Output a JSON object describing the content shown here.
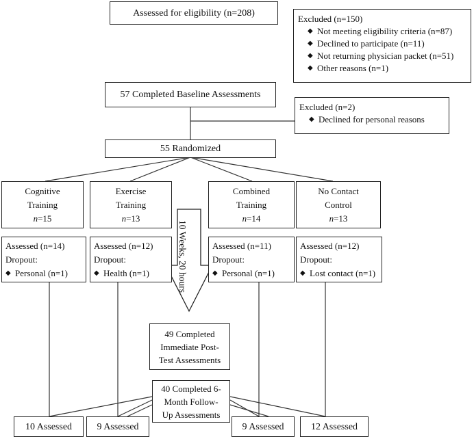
{
  "assessed": "Assessed for eligibility (n=208)",
  "excluded1": {
    "title": "Excluded (n=150)",
    "items": [
      "Not meeting eligibility criteria (n=87)",
      "Declined to participate (n=11)",
      "Not returning physician packet (n=51)",
      "Other reasons (n=1)"
    ]
  },
  "baseline": "57 Completed Baseline Assessments",
  "excluded2": {
    "title": "Excluded (n=2)",
    "items": [
      "Declined for personal reasons"
    ]
  },
  "randomized": "55 Randomized",
  "groups": [
    {
      "line1": "Cognitive",
      "line2": "Training",
      "n_prefix": "n",
      "n_value": "=15"
    },
    {
      "line1": "Exercise",
      "line2": "Training",
      "n_prefix": "n",
      "n_value": "=13"
    },
    {
      "line1": "Combined",
      "line2": "Training",
      "n_prefix": "n",
      "n_value": "=14"
    },
    {
      "line1": "No Contact",
      "line2": "Control",
      "n_prefix": "n",
      "n_value": "=13"
    }
  ],
  "assessments": [
    {
      "assessed": "Assessed (n=14)",
      "dropout": "Dropout:",
      "reason": "Personal (n=1)"
    },
    {
      "assessed": "Assessed (n=12)",
      "dropout": "Dropout:",
      "reason": "Health (n=1)"
    },
    {
      "assessed": "Assessed (n=11)",
      "dropout": "Dropout:",
      "reason": "Personal (n=1)"
    },
    {
      "assessed": "Assessed (n=12)",
      "dropout": "Dropout:",
      "reason": "Lost contact (n=1)"
    }
  ],
  "arrow_label": "10 Weeks, 20 hours",
  "posttest": [
    "49 Completed",
    "Immediate Post-",
    "Test Assessments"
  ],
  "followup": [
    "40 Completed 6-",
    "Month Follow-",
    "Up Assessments"
  ],
  "final": [
    "10 Assessed",
    "9 Assessed",
    "9 Assessed",
    "12 Assessed"
  ],
  "bullet": "◆"
}
